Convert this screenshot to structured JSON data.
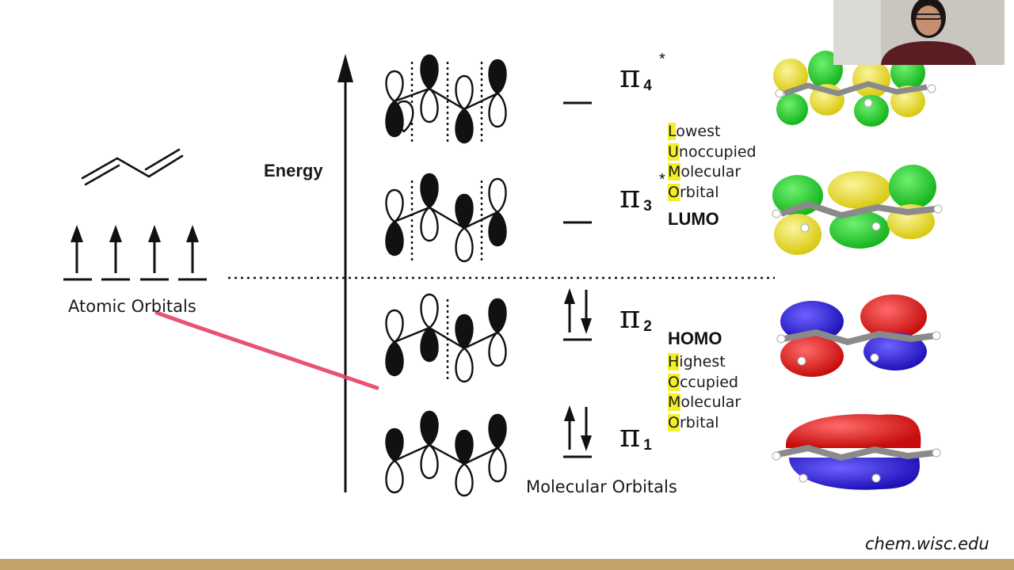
{
  "diagram": {
    "energy_label": "Energy",
    "atomic_orbitals_label": "Atomic Orbitals",
    "molecular_orbitals_label": "Molecular Orbitals",
    "orbitals": [
      {
        "symbol": "π",
        "sub": "4",
        "sup": "*",
        "electrons": 0
      },
      {
        "symbol": "π",
        "sub": "3",
        "sup": "*",
        "electrons": 0
      },
      {
        "symbol": "π",
        "sub": "2",
        "sup": "",
        "electrons": 2
      },
      {
        "symbol": "π",
        "sub": "1",
        "sup": "",
        "electrons": 2
      }
    ],
    "lumo": {
      "abbr": "LUMO",
      "words": [
        {
          "first": "L",
          "rest": "owest"
        },
        {
          "first": "U",
          "rest": "noccupied"
        },
        {
          "first": "M",
          "rest": "olecular"
        },
        {
          "first": "O",
          "rest": "rbital"
        }
      ]
    },
    "homo": {
      "abbr": "HOMO",
      "words": [
        {
          "first": "H",
          "rest": "ighest"
        },
        {
          "first": "O",
          "rest": "ccupied"
        },
        {
          "first": "M",
          "rest": "olecular"
        },
        {
          "first": "O",
          "rest": "rbital"
        }
      ]
    },
    "atomic_electron_count": 4,
    "colors": {
      "phase_a_top": "#f0e21c",
      "phase_b_top": "#22d62a",
      "phase_red": "#e01515",
      "phase_blue": "#2b1ed8",
      "highlight": "#f3ef2a",
      "pointer": "#e84060",
      "footer": "#c3a26a"
    }
  },
  "footer": {
    "site": "chem.wisc.edu"
  }
}
